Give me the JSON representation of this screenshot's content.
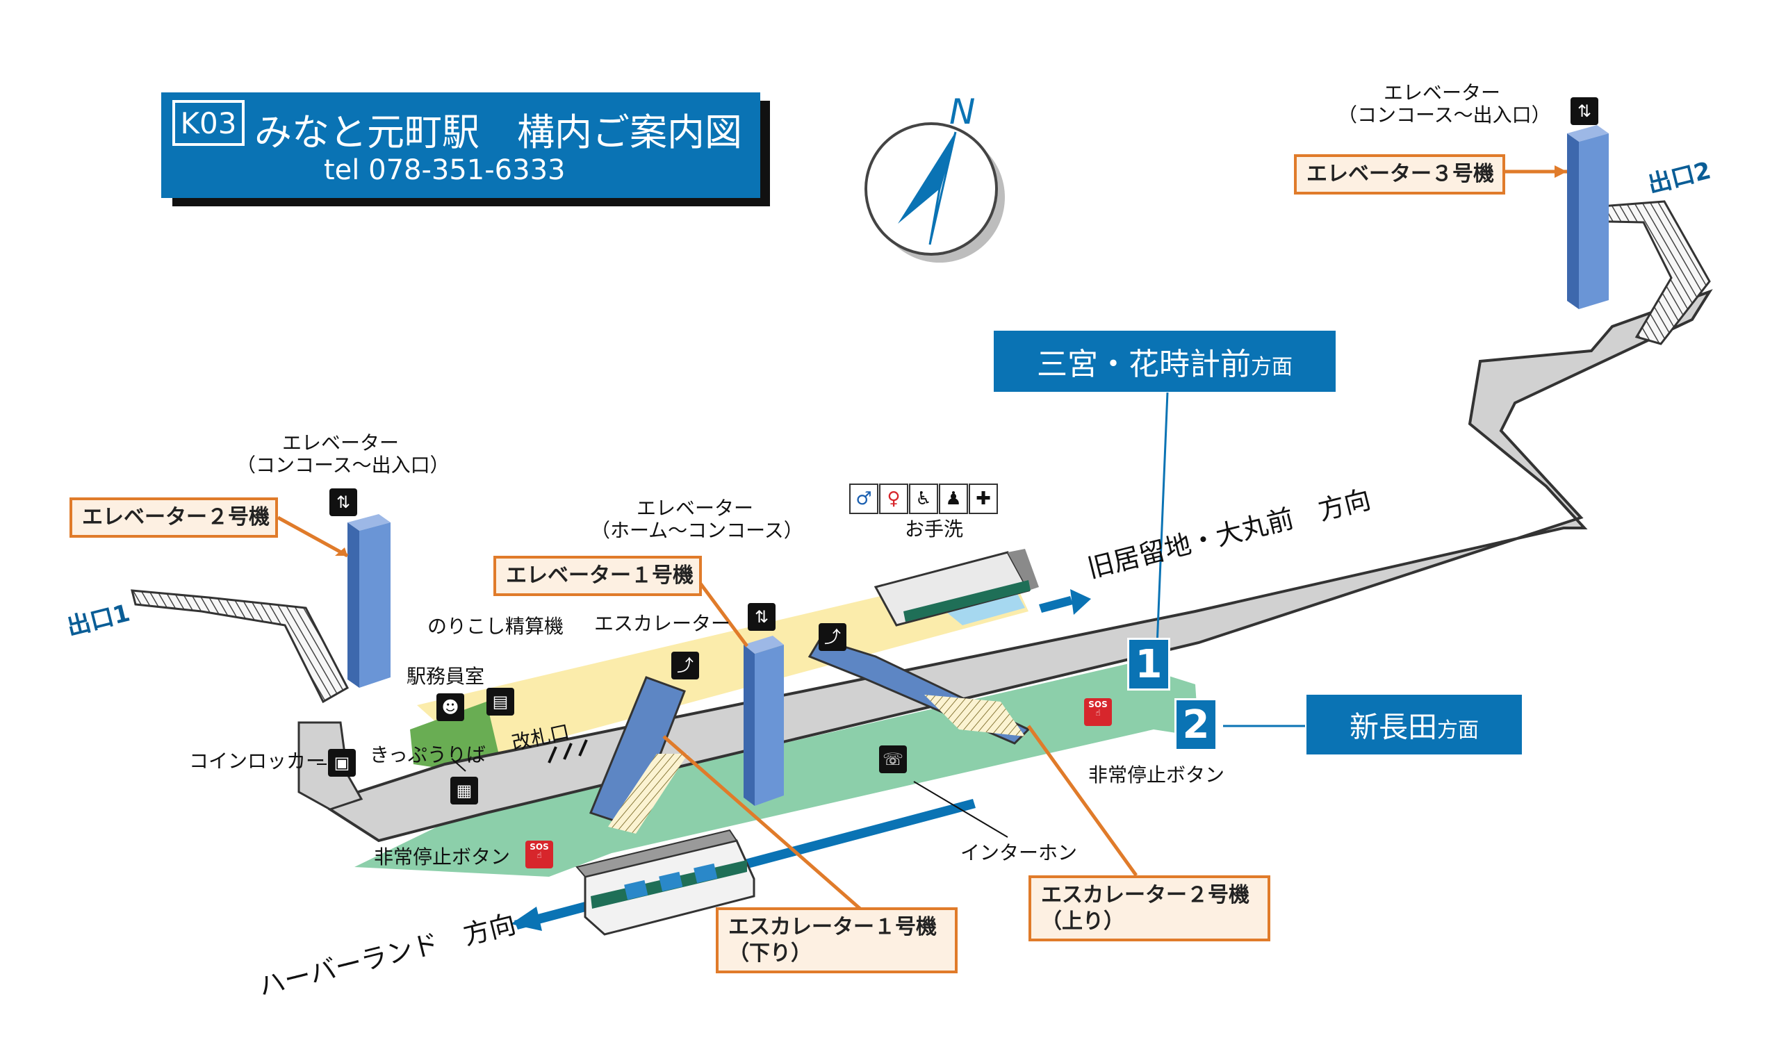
{
  "title": {
    "station_code": "K03",
    "station_name": "みなと元町駅　構内ご案内図",
    "tel": "tel 078-351-6333"
  },
  "compass": {
    "letter": "N"
  },
  "colors": {
    "brand_blue": "#0a73b4",
    "platform_green": "#8ccfaa",
    "concourse_yellow": "#fbecab",
    "walkway_gray": "#d1d1d1",
    "elevator_blue": "#6a95d6",
    "callout_orange": "#e07b2a",
    "office_green": "#69ad53",
    "ticket_orange": "#e88a24",
    "restroom_lightblue": "#a6d8f0"
  },
  "elevators": {
    "elevator1": {
      "callout": "エレベーター１号機",
      "desc_line1": "エレベーター",
      "desc_line2": "（ホーム～コンコース）"
    },
    "elevator2": {
      "callout": "エレベーター２号機",
      "desc_line1": "エレベーター",
      "desc_line2": "（コンコース～出入口）"
    },
    "elevator3": {
      "callout": "エレベーター３号機",
      "desc_line1": "エレベーター",
      "desc_line2": "（コンコース～出入口）"
    }
  },
  "escalators": {
    "label": "エスカレーター",
    "escalator1_line1": "エスカレーター１号機",
    "escalator1_line2": "（下り）",
    "escalator2_line1": "エスカレーター２号機",
    "escalator2_line2": "（上り）"
  },
  "exits": {
    "exit1": "出口1",
    "exit2": "出口2"
  },
  "facilities": {
    "fare_adjust": "のりこし精算機",
    "station_office": "駅務員室",
    "ticket_sales": "きっぷうりば",
    "ticket_gate": "改札口",
    "coin_locker": "コインロッカー",
    "restroom": "お手洗",
    "emergency_stop": "非常停止ボタン",
    "intercom": "インターホン",
    "sos": "SOS"
  },
  "directions": {
    "sannomiya_main": "三宮・花時計前",
    "sannomiya_suffix": "方面",
    "shinnagata_main": "新長田",
    "shinnagata_suffix": "方面",
    "kyukyoryuchi": "旧居留地・大丸前　方向",
    "harborland": "ハーバーランド　方向",
    "track1": "1",
    "track2": "2"
  },
  "icons": {
    "elevator": "elevator-icon",
    "escalator": "escalator-icon",
    "toilet_men": "toilet-men-icon",
    "toilet_women": "toilet-women-icon",
    "wheelchair": "wheelchair-icon",
    "baby_care": "baby-care-icon",
    "ostomate": "ostomate-icon",
    "coin_locker": "coin-locker-icon",
    "station_staff": "station-staff-icon",
    "fare_machine": "fare-machine-icon",
    "ticket_machine": "ticket-machine-icon",
    "intercom": "intercom-icon",
    "sos": "sos-icon"
  }
}
